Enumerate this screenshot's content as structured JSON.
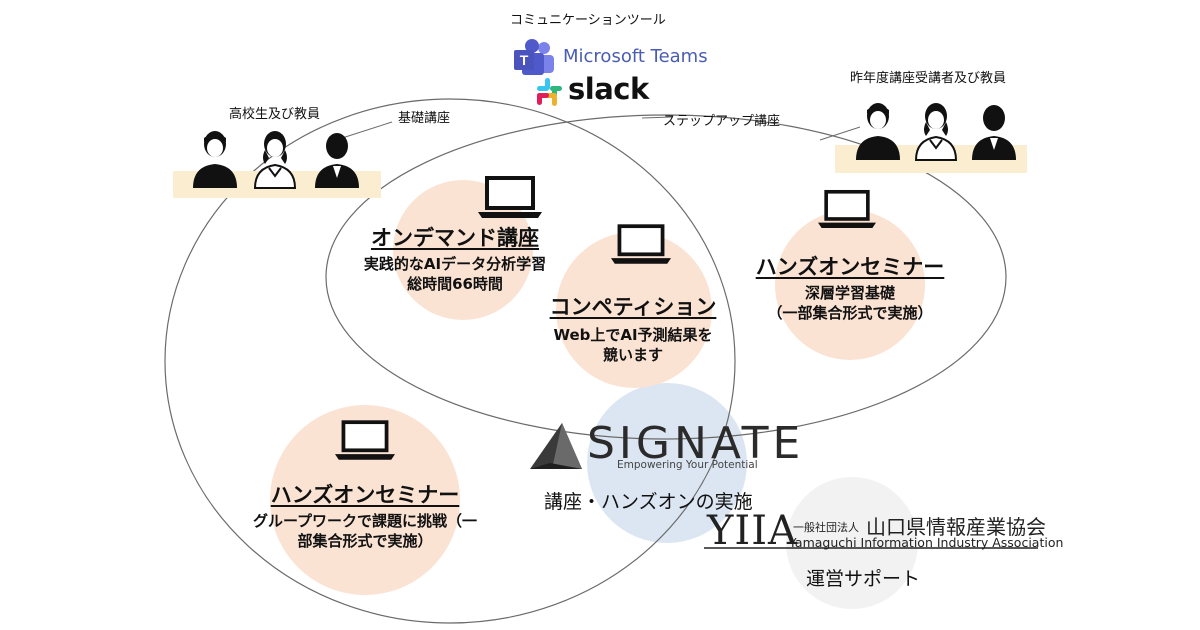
{
  "top": {
    "comm_tools_label": "コミュニケーションツール",
    "ms_teams": "Microsoft Teams",
    "slack": "slack"
  },
  "groups": {
    "left_label": "高校生及び教員",
    "right_label": "昨年度講座受講者及び教員"
  },
  "circles": {
    "basic_label": "基礎講座",
    "stepup_label": "ステップアップ講座"
  },
  "cards": {
    "ondemand": {
      "title": "オンデマンド講座",
      "lines": [
        "実践的なAIデータ分析学習",
        "総時間66時間"
      ]
    },
    "competition": {
      "title": "コンペティション",
      "lines": [
        "Web上でAI予測結果を",
        "競います"
      ]
    },
    "handson_right": {
      "title": "ハンズオンセミナー",
      "lines": [
        "深層学習基礎",
        "（一部集合形式で実施）"
      ]
    },
    "handson_left": {
      "title": "ハンズオンセミナー",
      "lines": [
        "グループワークで課題に挑戦（一",
        "部集合形式で実施）"
      ]
    }
  },
  "signate": {
    "name": "SIGNATE",
    "tagline": "Empowering Your Potential",
    "caption": "講座・ハンズオンの実施"
  },
  "yiia": {
    "logo": "YIIA",
    "jp_prefix": "一般社団法人",
    "jp_name": "山口県情報産業協会",
    "en_name": "Yamaguchi Information Industry Association",
    "caption": "運営サポート"
  },
  "colors": {
    "peach": "#fbe3d4",
    "blue": "#dce6f2",
    "gray": "#f2f2f2",
    "yellow": "#fbeed0",
    "teams": "#5059c9",
    "line": "#6b6b6b"
  },
  "icons": [
    "laptop-icon",
    "person-icon",
    "teams-icon",
    "slack-icon",
    "signate-triangle-icon"
  ]
}
